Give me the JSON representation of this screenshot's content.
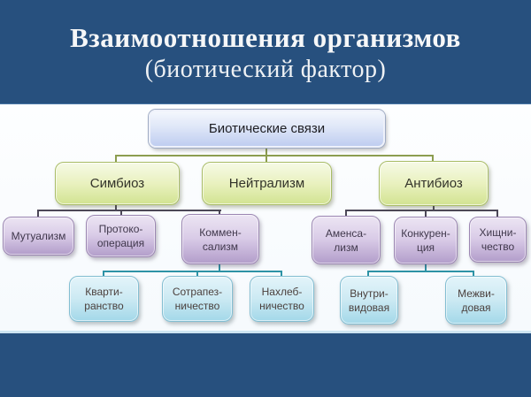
{
  "slide": {
    "title_line1": "Взаимоотношения организмов",
    "title_line2": "(биотический фактор)"
  },
  "colors": {
    "header_bg": "#27507E",
    "footer_bg": "#27507E",
    "title_text": "#F6F7F8",
    "root_box_fill": "#BFCDF0",
    "green_box_fill": "#D2E391",
    "purple_box_fill": "#B29DCA",
    "cyan_box_fill": "#A3D8E9",
    "olive_connector": "#8C9D50",
    "dark_connector": "#4C4858",
    "teal_connector": "#2E93A6"
  },
  "tree": {
    "root": {
      "label": "Биотические связи"
    },
    "level2": [
      {
        "label": "Симбиоз"
      },
      {
        "label": "Нейтрализм"
      },
      {
        "label": "Антибиоз"
      }
    ],
    "symbiosis_children": [
      {
        "label": "Мутуализм"
      },
      {
        "label": "Протоко-\nоперация"
      },
      {
        "label": "Коммен-\nсализм"
      }
    ],
    "commensalism_children": [
      {
        "label": "Кварти-\nранство"
      },
      {
        "label": "Сотрапез-\nничество"
      },
      {
        "label": "Нахлеб-\nничество"
      }
    ],
    "antibiosis_children": [
      {
        "label": "Аменса-\nлизм"
      },
      {
        "label": "Конкурен-\nция"
      },
      {
        "label": "Хищни-\nчество"
      }
    ],
    "competition_children": [
      {
        "label": "Внутри-\nвидовая"
      },
      {
        "label": "Межви-\nдовая"
      }
    ]
  }
}
